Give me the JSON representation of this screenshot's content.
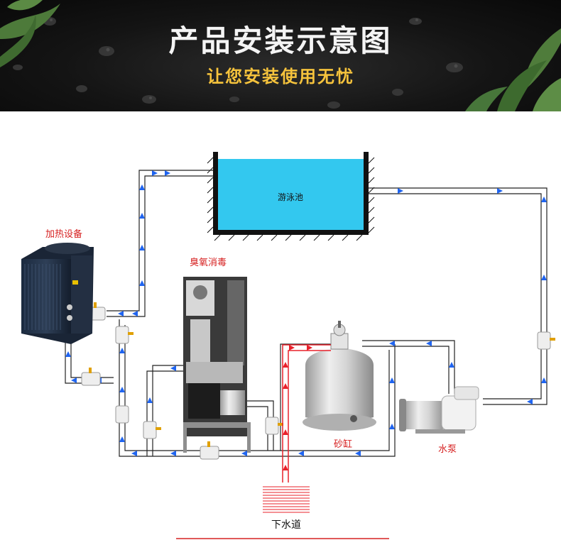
{
  "header": {
    "title": "产品安装示意图",
    "subtitle": "让您安装使用无忧"
  },
  "diagram": {
    "pool_label": "游泳池",
    "heater_label": "加热设备",
    "ozone_label": "臭氧消毒",
    "sand_filter_label": "砂缸",
    "pump_label": "水泵",
    "drain_label": "下水道"
  },
  "colors": {
    "pool_water": "#33c8ef",
    "flow_arrow": "#1f64f0",
    "drain_line": "#e8202a",
    "label_red": "#d62020",
    "subtitle_gold": "#f6c33c"
  }
}
